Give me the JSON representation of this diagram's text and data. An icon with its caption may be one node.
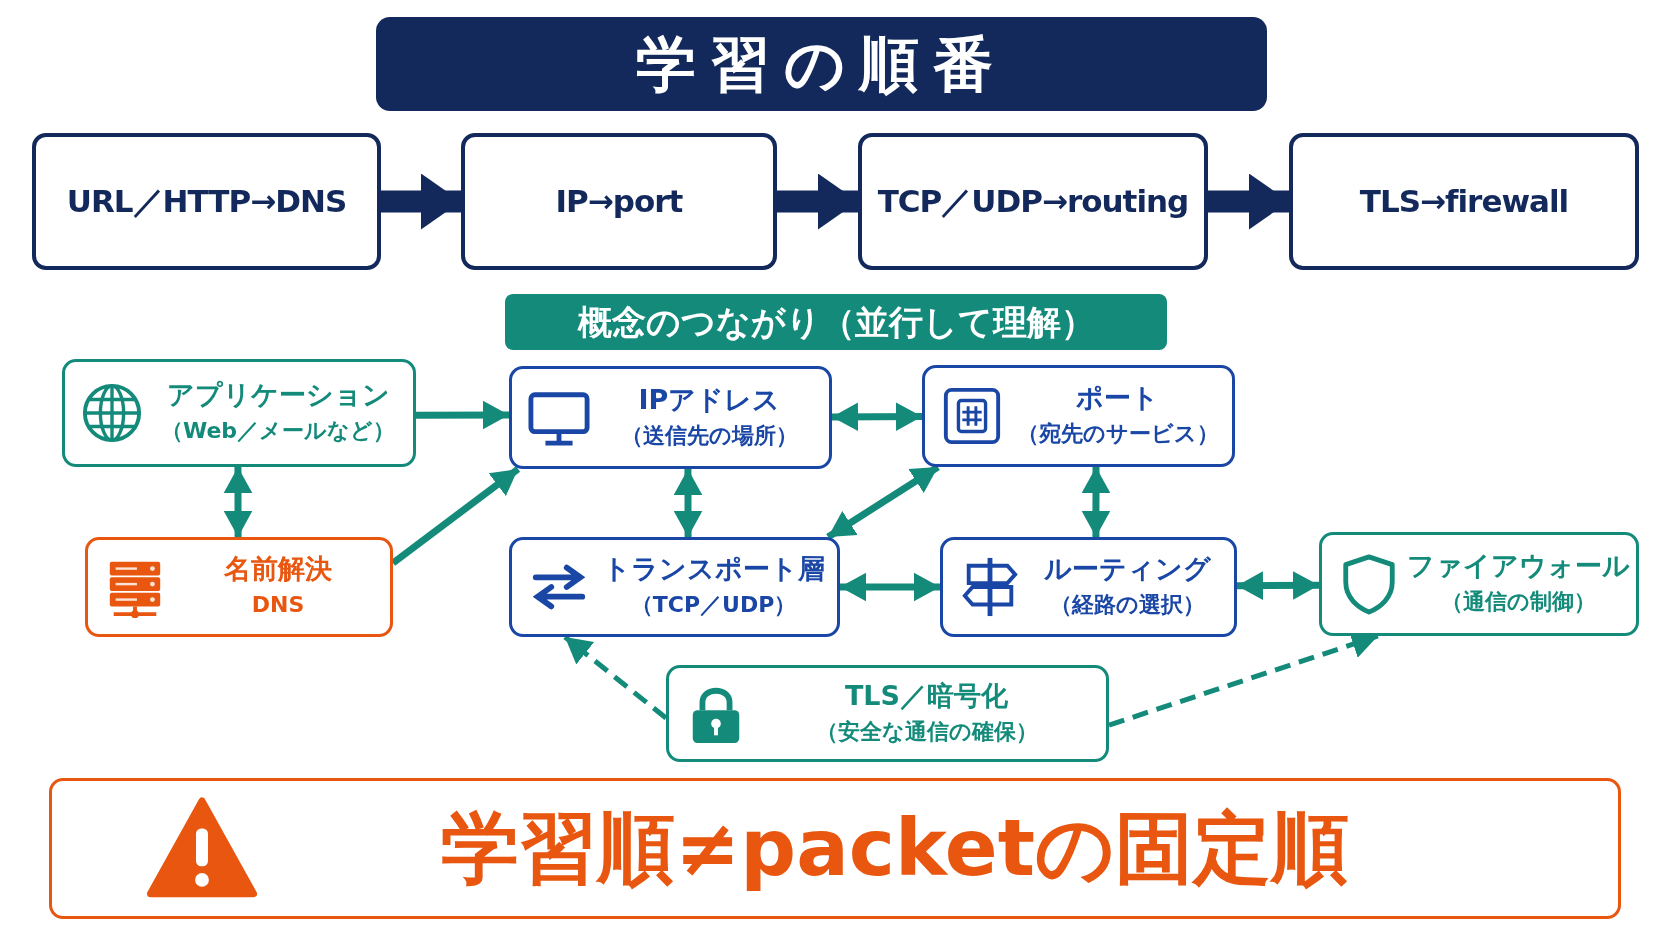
{
  "diagram": {
    "title": "学習の順番",
    "nodes": [
      {
        "text": [
          "URL／HTTP→DNS"
        ]
      },
      {
        "text": [
          "IP→port"
        ]
      },
      {
        "text": [
          "TCP／UDP→routing"
        ]
      },
      {
        "text": [
          "TLS→firewall"
        ]
      },
      {
        "text": [
          "アプリケーション",
          "（Web／メールなど）"
        ]
      },
      {
        "text": [
          "IPアドレス",
          "（送信先の場所）"
        ]
      },
      {
        "text": [
          "ポート",
          "（宛先のサービス）"
        ]
      },
      {
        "text": [
          "名前解決",
          "DNS"
        ]
      },
      {
        "text": [
          "トランスポート層",
          "（TCP／UDP）"
        ]
      },
      {
        "text": [
          "ルーティング",
          "（経路の選択）"
        ]
      },
      {
        "text": [
          "ファイアウォール",
          "（通信の制御）"
        ]
      },
      {
        "text": [
          "TLS／暗号化",
          "（安全な通信の確保）"
        ]
      },
      {
        "text": [
          "学習順≠packetの固定順"
        ]
      }
    ],
    "edges": [
      {
        "from": 0,
        "to": 1,
        "arrow": "to",
        "style": "thick",
        "color": "#13295c"
      },
      {
        "from": 1,
        "to": 2,
        "arrow": "to",
        "style": "thick",
        "color": "#13295c"
      },
      {
        "from": 2,
        "to": 3,
        "arrow": "to",
        "style": "thick",
        "color": "#13295c"
      },
      {
        "from": 4,
        "to": 5,
        "arrow": "to"
      },
      {
        "from": 5,
        "to": 6,
        "arrow": "both"
      },
      {
        "from": 4,
        "to": 7,
        "arrow": "both"
      },
      {
        "from": 7,
        "to": 5,
        "arrow": "to"
      },
      {
        "from": 5,
        "to": 8,
        "arrow": "both"
      },
      {
        "from": 6,
        "to": 8,
        "arrow": "both"
      },
      {
        "from": 6,
        "to": 9,
        "arrow": "both"
      },
      {
        "from": 8,
        "to": 9,
        "arrow": "both"
      },
      {
        "from": 9,
        "to": 10,
        "arrow": "both"
      },
      {
        "from": 11,
        "to": 8,
        "arrow": "to",
        "style": "dashed"
      },
      {
        "from": 11,
        "to": 10,
        "arrow": "to",
        "style": "dashed"
      }
    ],
    "labels": [
      "概念のつながり（並行して理解）"
    ]
  }
}
